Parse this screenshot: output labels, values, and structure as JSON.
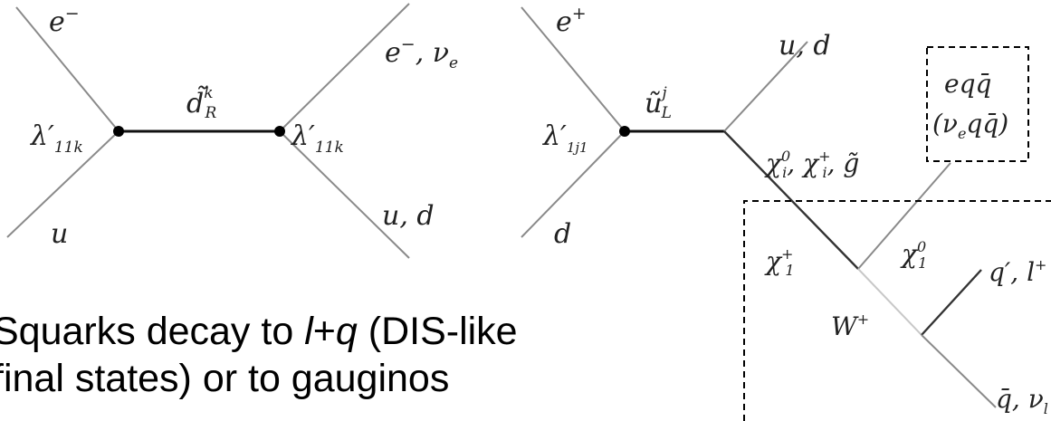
{
  "left_diagram": {
    "e_in": "e",
    "e_in_sup": "−",
    "u_in": "u",
    "vertex_left": "λ′",
    "vertex_left_sub": "11k",
    "propagator": "d̃",
    "propagator_sup": "k",
    "propagator_sub": "R",
    "vertex_right": "λ′",
    "vertex_right_sub": "11k",
    "out_lepton": "e",
    "out_lepton_sup": "−",
    "out_lepton_rest": ", ν",
    "out_lepton_rest_sub": "e",
    "out_quark": "u, d"
  },
  "right_diagram": {
    "e_in": "e",
    "e_in_sup": "+",
    "d_in": "d",
    "vertex_left": "λ′",
    "vertex_left_sub": "1j1",
    "propagator": "ũ",
    "propagator_sup": "j",
    "propagator_sub": "L",
    "out_quark": "u, d",
    "gauginos": "χ",
    "gauginos_part1_sup": "0",
    "gauginos_part1_sub": "i",
    "gauginos_part2": ", χ",
    "gauginos_part2_sup": "+",
    "gauginos_part2_sub": "i",
    "gauginos_part3": ", g̃",
    "chargino": "χ",
    "chargino_sup": "+",
    "chargino_sub": "1",
    "neutralino": "χ",
    "neutralino_sup": "0",
    "neutralino_sub": "1",
    "w_boson": "W",
    "w_boson_sup": "+",
    "box_line1": "eqq̄",
    "box_line2": "(ν",
    "box_line2_sub": "e",
    "box_line2_rest": "qq̄)",
    "out_q_prime": "q′, l",
    "out_q_prime_sup": "+",
    "out_qbar": "q̄, ν",
    "out_qbar_sub": "l"
  },
  "caption": {
    "text1": "Squarks decay to ",
    "text_l": "l",
    "text2": "+",
    "text_q": "q",
    "text3": " (DIS-like",
    "line2": "final states) or to gauginos"
  }
}
